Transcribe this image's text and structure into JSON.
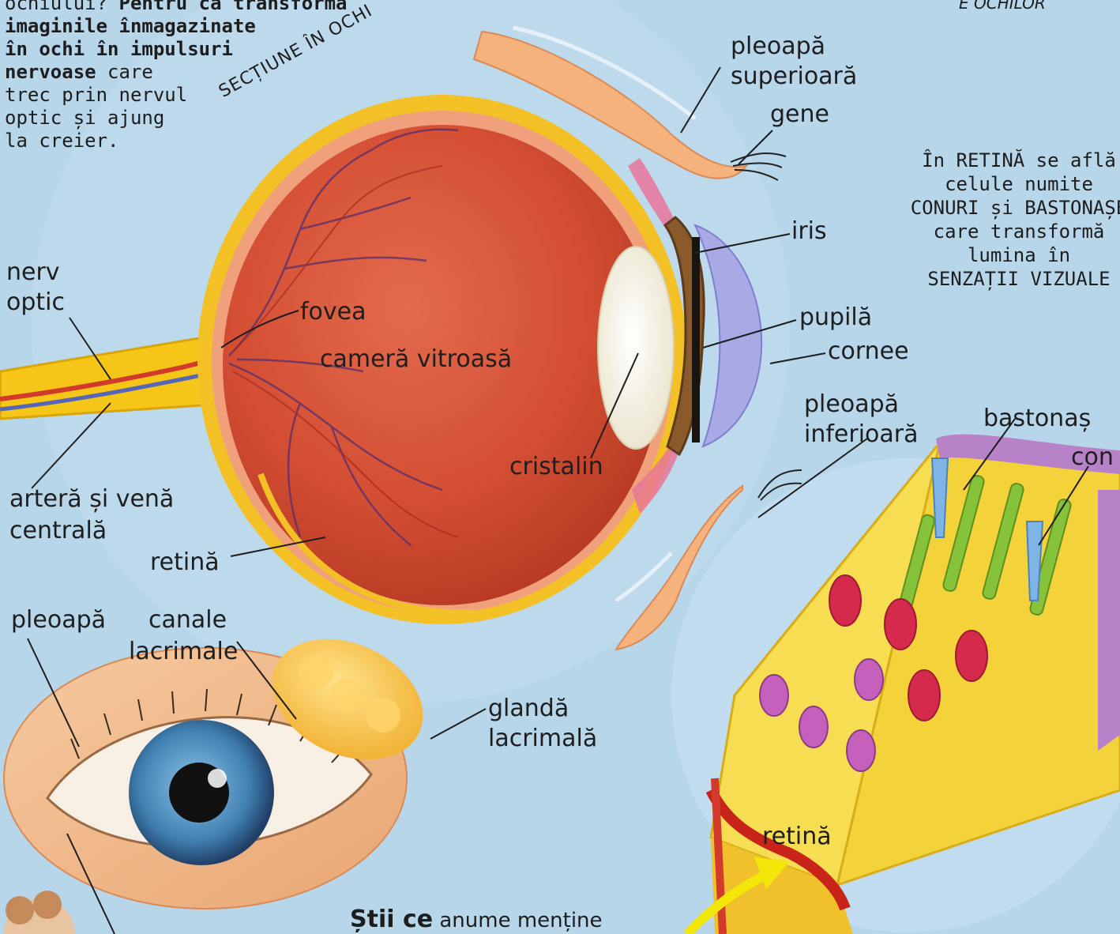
{
  "intro": {
    "line1": "ochiului?",
    "line1_bold": "Pentru că transformă",
    "line2": "imaginile înmagazinate",
    "line3": "în ochi în impulsuri",
    "line4_bold": "nervoase",
    "line4": "care",
    "line5": "trec prin nervul",
    "line6": "optic și ajung",
    "line7": "la creier."
  },
  "section_title": "SECȚIUNE ÎN OCHI",
  "top_right_fragment": "E OCHILOR",
  "retina_info": {
    "line1": "În RETINĂ se află",
    "line2": "celule numite",
    "line3": "CONURI și BASTONAȘE",
    "line4": "care transformă",
    "line5": "lumina în",
    "line6": "SENZAȚII VIZUALE"
  },
  "labels": {
    "pleoapa_superioara_1": "pleoapă",
    "pleoapa_superioara_2": "superioară",
    "gene": "gene",
    "iris": "iris",
    "pupila": "pupilă",
    "cornee": "cornee",
    "nerv_optic_1": "nerv",
    "nerv_optic_2": "optic",
    "fovea": "fovea",
    "camera_vitroasa": "cameră vitroasă",
    "cristalin": "cristalin",
    "artera_vena_1": "arteră și venă",
    "artera_vena_2": "centrală",
    "retina": "retină",
    "pleoapa_inferioara_1": "pleoapă",
    "pleoapa_inferioara_2": "inferioară",
    "bastonas": "bastonaș",
    "con": "con",
    "pleoapa": "pleoapă",
    "canale_lacrimale_1": "canale",
    "canale_lacrimale_2": "lacrimale",
    "glanda_lacrimala_1": "glandă",
    "glanda_lacrimala_2": "lacrimală",
    "retina_cells": "retină"
  },
  "bottom_question": {
    "bold": "Știi ce",
    "rest": "anume menține"
  },
  "colors": {
    "background": "#b7d6ea",
    "eyeball": "#d9573b",
    "sclera": "#f3c126",
    "lens": "#fbf7ea",
    "iris_ring": "#5b3a1e",
    "cornea": "#a9a9e6",
    "eyelid": "#f6b27c",
    "nerve": "#f5c518",
    "vessel_red": "#d23a2b",
    "vessel_blue": "#5565b8",
    "retina_block": "#f4d23a",
    "rod": "#86c23a",
    "cone": "#7fb4e6",
    "neuron_red": "#d52a4c",
    "neuron_pink": "#c561bd",
    "arrow": "#f3e70a"
  }
}
